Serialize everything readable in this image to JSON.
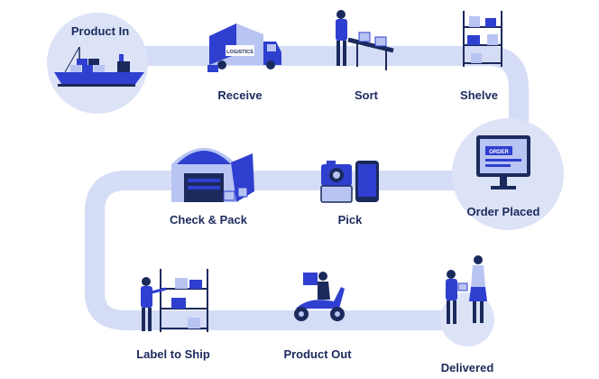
{
  "colors": {
    "track": "#d5dcf5",
    "circle": "#dde3f7",
    "accent": "#2f3fd0",
    "dark": "#1b2a5c",
    "light": "#b8c4f2",
    "label": "#1b2a5c"
  },
  "steps": [
    {
      "id": "product-in",
      "label": "Product In",
      "icon": "ship-icon"
    },
    {
      "id": "receive",
      "label": "Receive",
      "icon": "delivery-truck-icon"
    },
    {
      "id": "sort",
      "label": "Sort",
      "icon": "worker-conveyor-icon"
    },
    {
      "id": "shelve",
      "label": "Shelve",
      "icon": "shelving-icon"
    },
    {
      "id": "order-placed",
      "label": "Order Placed",
      "icon": "monitor-order-icon"
    },
    {
      "id": "pick",
      "label": "Pick",
      "icon": "camera-phone-icon"
    },
    {
      "id": "check-pack",
      "label": "Check & Pack",
      "icon": "warehouse-icon"
    },
    {
      "id": "label-to-ship",
      "label": "Label to Ship",
      "icon": "worker-shelf-icon"
    },
    {
      "id": "product-out",
      "label": "Product Out",
      "icon": "scooter-courier-icon"
    },
    {
      "id": "delivered",
      "label": "Delivered",
      "icon": "handover-people-icon"
    }
  ],
  "icon_text": {
    "truck_sign": "LOGISTICS",
    "monitor_sign": "ORDER"
  }
}
